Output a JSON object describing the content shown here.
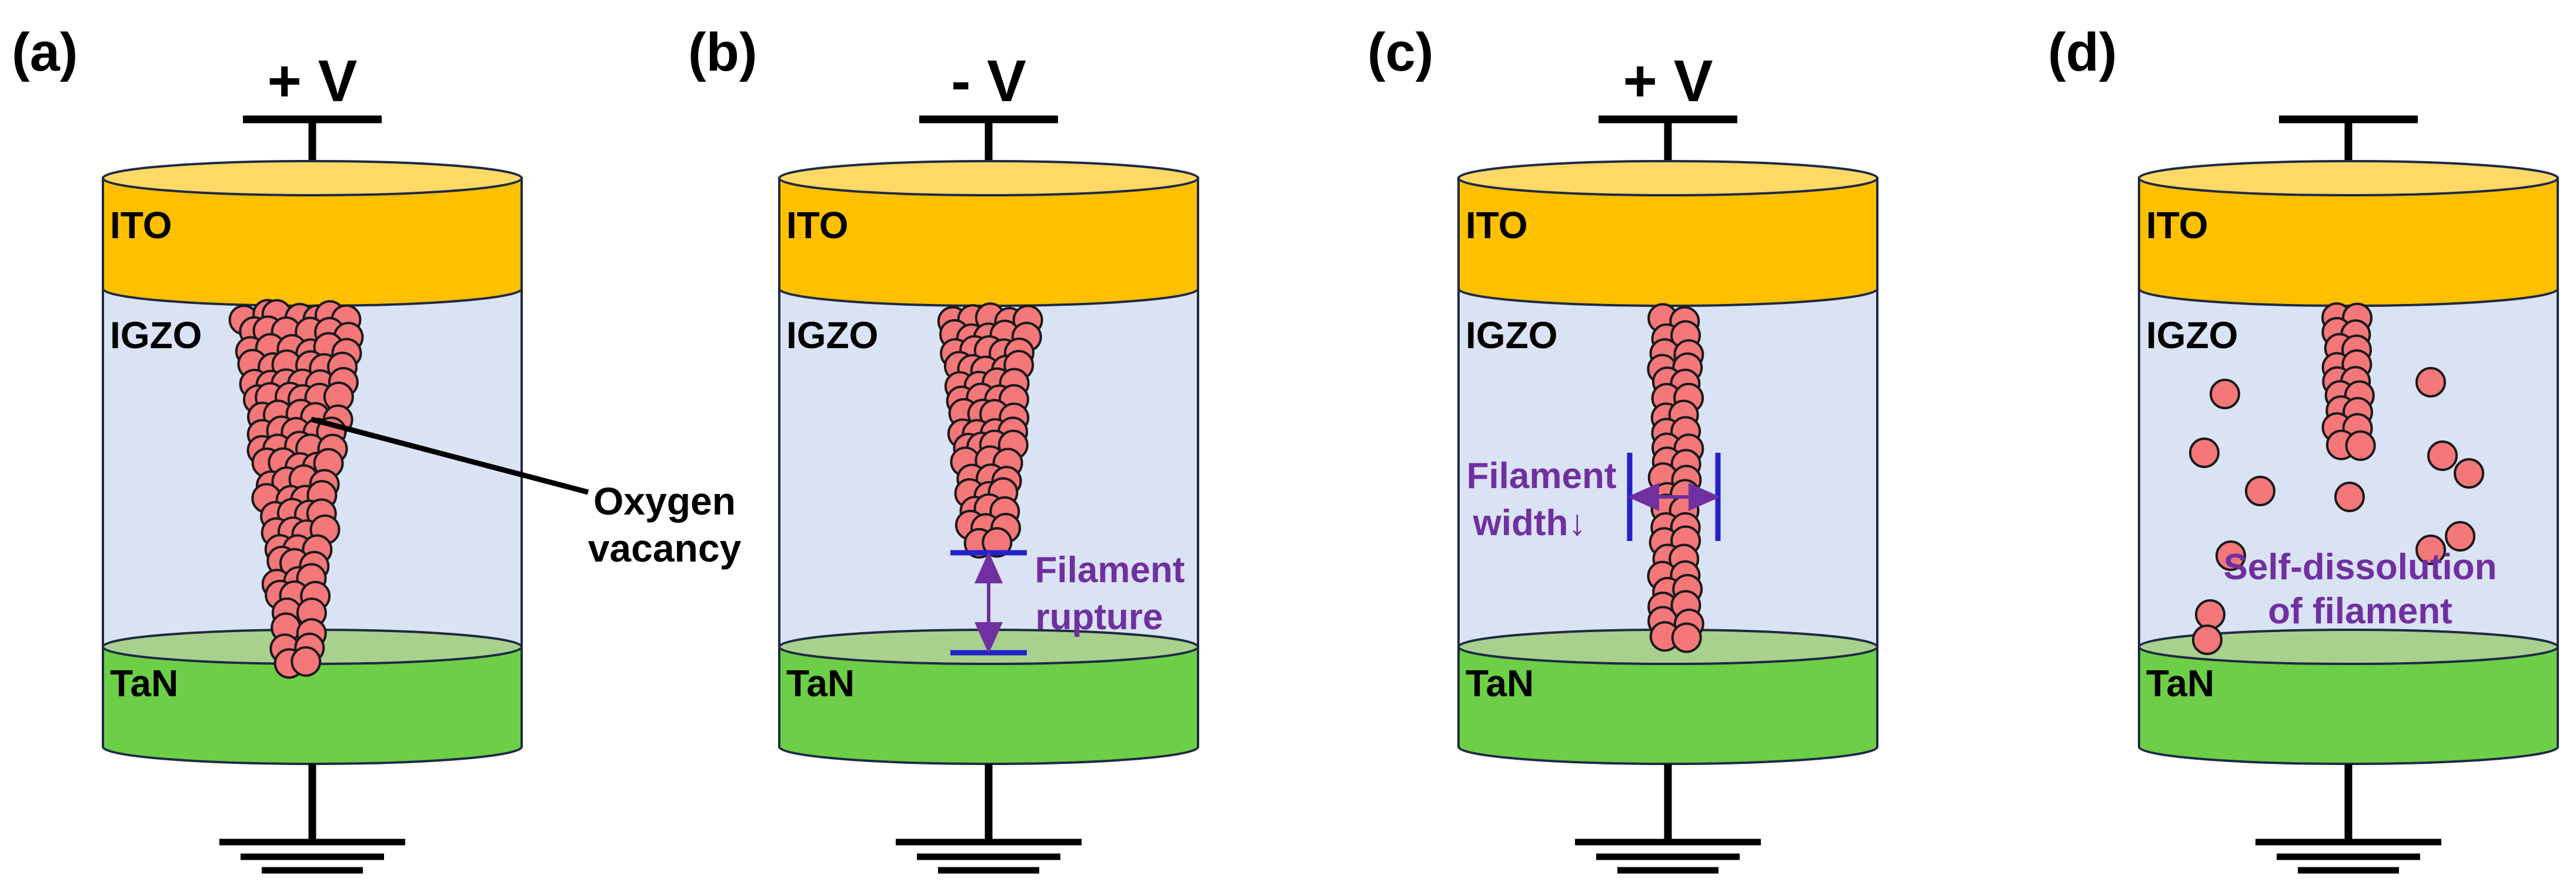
{
  "colors": {
    "ito_top": "#FFD966",
    "ito_body": "#FFC000",
    "igzo": "#DAE3F3",
    "tan_top": "#A9D18E",
    "tan_body": "#6DCF47",
    "outline": "#1F2A44",
    "vacancy_fill": "#F4777A",
    "vacancy_stroke": "#1A1A1A",
    "annotation": "#7030A0",
    "marker": "#2222CC"
  },
  "layers": {
    "ito": "ITO",
    "igzo": "IGZO",
    "tan": "TaN"
  },
  "panels": [
    {
      "id": "a",
      "label": "(a)",
      "voltage": "+ V",
      "filament": "full",
      "annotation": {
        "line1": "Oxygen",
        "line2": "vacancy",
        "color": "black",
        "target": "filament"
      }
    },
    {
      "id": "b",
      "label": "(b)",
      "voltage": "- V",
      "filament": "ruptured",
      "annotation": {
        "line1": "Filament",
        "line2": "rupture",
        "color": "purple",
        "marker": "gap-arrow"
      }
    },
    {
      "id": "c",
      "label": "(c)",
      "voltage": "+ V",
      "filament": "thin",
      "annotation": {
        "line1": "Filament",
        "line2": "width↓",
        "color": "purple",
        "marker": "width-arrow"
      }
    },
    {
      "id": "d",
      "label": "(d)",
      "voltage": "",
      "filament": "dissolved",
      "annotation": {
        "line1": "Self-dissolution",
        "line2": "of filament",
        "color": "purple"
      }
    }
  ]
}
